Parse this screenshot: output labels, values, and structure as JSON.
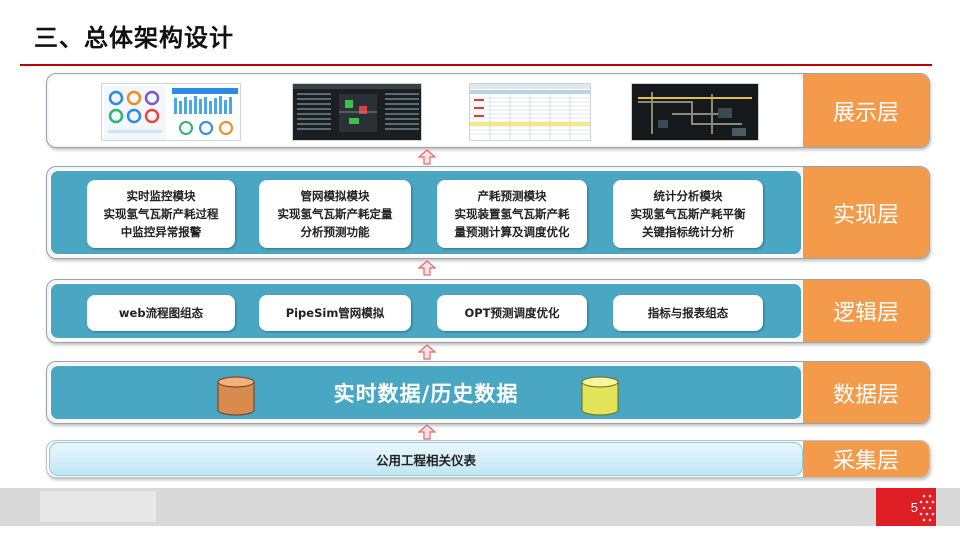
{
  "slide": {
    "title": "三、总体架构设计",
    "page_number": "5"
  },
  "layers": {
    "display": {
      "label": "展示层"
    },
    "implementation": {
      "label": "实现层",
      "modules": [
        {
          "line1": "实时监控模块",
          "line2": "实现氢气瓦斯产耗过程",
          "line3": "中监控异常报警"
        },
        {
          "line1": "管网模拟模块",
          "line2": "实现氢气瓦斯产耗定量",
          "line3": "分析预测功能"
        },
        {
          "line1": "产耗预测模块",
          "line2": "实现装置氢气瓦斯产耗",
          "line3": "量预测计算及调度优化"
        },
        {
          "line1": "统计分析模块",
          "line2": "实现氢气瓦斯产耗平衡",
          "line3": "关键指标统计分析"
        }
      ]
    },
    "logic": {
      "label": "逻辑层",
      "items": [
        "web流程图组态",
        "PipeSim管网模拟",
        "OPT预测调度优化",
        "指标与报表组态"
      ]
    },
    "data": {
      "label": "数据层",
      "text": "实时数据/历史数据"
    },
    "collection": {
      "label": "采集层",
      "text": "公用工程相关仪表"
    }
  },
  "colors": {
    "accent_red": "#c00000",
    "layer_tab_orange": "#f39a4b",
    "layer_blue": "#4aa7c3",
    "db_orange": "#d98a4e",
    "db_yellow": "#e3e35a"
  },
  "icons": [
    "up-arrow-icon",
    "database-icon"
  ]
}
